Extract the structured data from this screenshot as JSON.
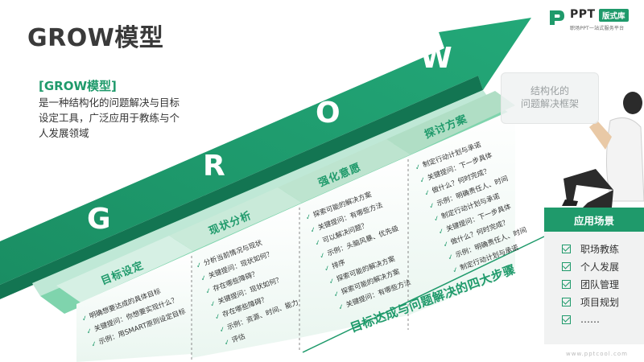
{
  "title": "GROW模型",
  "logo": {
    "ppt": "PPT",
    "badge": "版式库",
    "tagline": "职场PPT一站式服务平台"
  },
  "intro": {
    "heading": "[GROW模型]",
    "lines": [
      "是一种结构化的问题解决与目标",
      "设定工具，广泛应用于教练与个",
      "人发展领域"
    ]
  },
  "letters": [
    "G",
    "R",
    "O",
    "W"
  ],
  "stages": [
    {
      "label": "目标设定",
      "items": [
        "明确想要达成的具体目标",
        "关键提问：你想要实现什么？",
        "示例：用SMART原则设定目标"
      ]
    },
    {
      "label": "现状分析",
      "items": [
        "分析当前情况与现状",
        "关键提问：现状如何？",
        "存在哪些障碍？",
        "关键提问：现状如何？",
        "存在哪些障碍？",
        "示例：资源、时间、能力",
        "评估"
      ]
    },
    {
      "label": "探讨方案",
      "items": [
        "探索可能的解决方案",
        "关键提问：有哪些方法",
        "可以解决问题？",
        "示例：头脑风暴、优先级",
        "排序",
        "探索可能的解决方案",
        "探索可能的解决方案",
        "关键提问：有哪些方法"
      ]
    },
    {
      "label": "强化意愿",
      "items": [
        "制定行动计划与承诺",
        "关键提问：下一步具体",
        "做什么？何时完成？",
        "示例：明确责任人、时间",
        "制定行动计划与承诺",
        "关键提问：下一步具体",
        "做什么？何时完成？",
        "示例：明确责任人、时间",
        "制定行动计划与承诺"
      ]
    }
  ],
  "bottom_caption": "目标达成与问题解决的四大步骤",
  "framework_label": [
    "结构化的",
    "问题解决框架"
  ],
  "scenarios": {
    "header": "应用场景",
    "items": [
      "职场教练",
      "个人发展",
      "团队管理",
      "项目规划",
      "……"
    ]
  },
  "watermark": "www.pptcool.com",
  "colors": {
    "primary": "#1f9a6b",
    "light": "#bfe8d6",
    "dark": "#15805a"
  }
}
